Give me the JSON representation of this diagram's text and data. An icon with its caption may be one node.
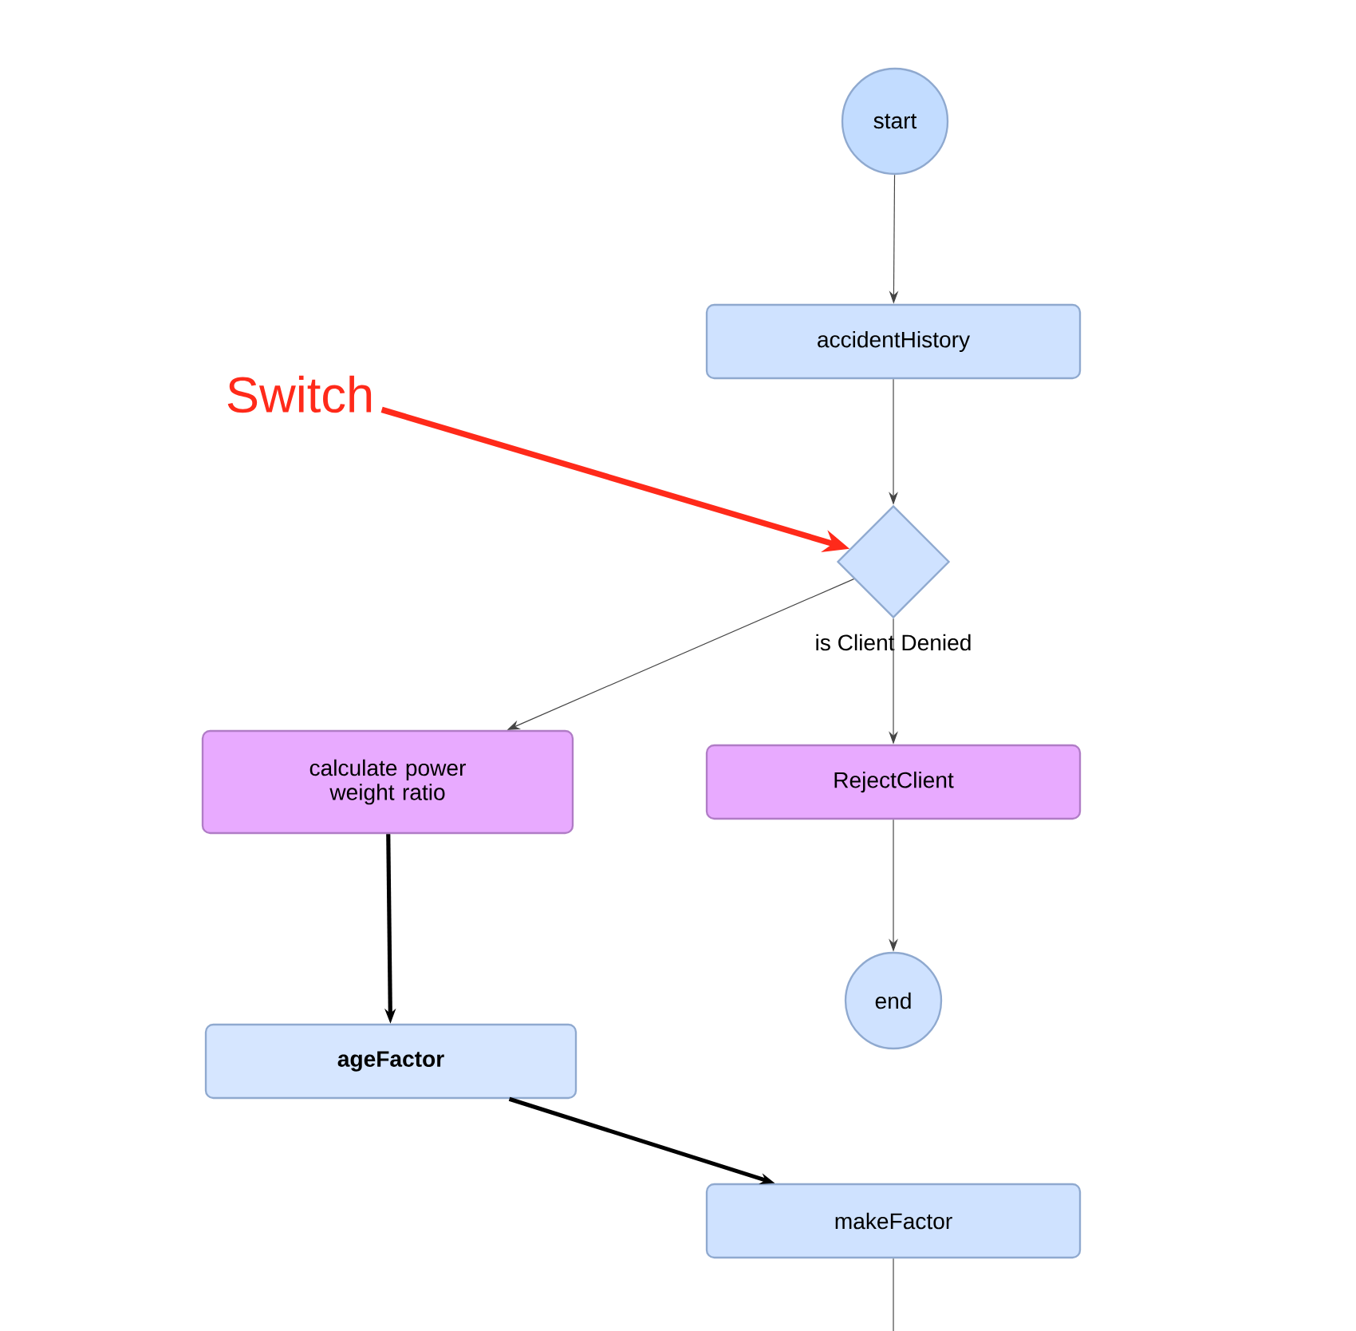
{
  "diagram": {
    "nodes": [
      {
        "text": [
          "start"
        ]
      },
      {
        "text": [
          "accidentHistory"
        ]
      },
      {
        "text": [],
        "shape": "diamond",
        "beside": [
          "is Client Denied"
        ]
      },
      {
        "text": [
          "calculate power weight ratio"
        ]
      },
      {
        "text": [
          "RejectClient"
        ]
      },
      {
        "text": [
          "end"
        ]
      },
      {
        "text": [
          "ageFactor"
        ]
      },
      {
        "text": [
          "makeFactor"
        ]
      },
      {
        "text": [
          "Switch"
        ]
      }
    ],
    "edges": [
      {
        "from": 0,
        "to": 1,
        "arrow": "to"
      },
      {
        "from": 1,
        "to": 2,
        "arrow": "to"
      },
      {
        "from": 2,
        "to": 3,
        "arrow": "to"
      },
      {
        "from": 2,
        "to": 4,
        "arrow": "to"
      },
      {
        "from": 4,
        "to": 5,
        "arrow": "to"
      },
      {
        "from": 3,
        "to": 6,
        "arrow": "to",
        "style": "thick"
      },
      {
        "from": 6,
        "to": 7,
        "arrow": "to",
        "style": "thick"
      },
      {
        "from": 7,
        "to": null,
        "arrow": "none"
      },
      {
        "from": 8,
        "to": 2,
        "arrow": "to",
        "style": "thick",
        "color": "#ff2a1a"
      }
    ]
  }
}
